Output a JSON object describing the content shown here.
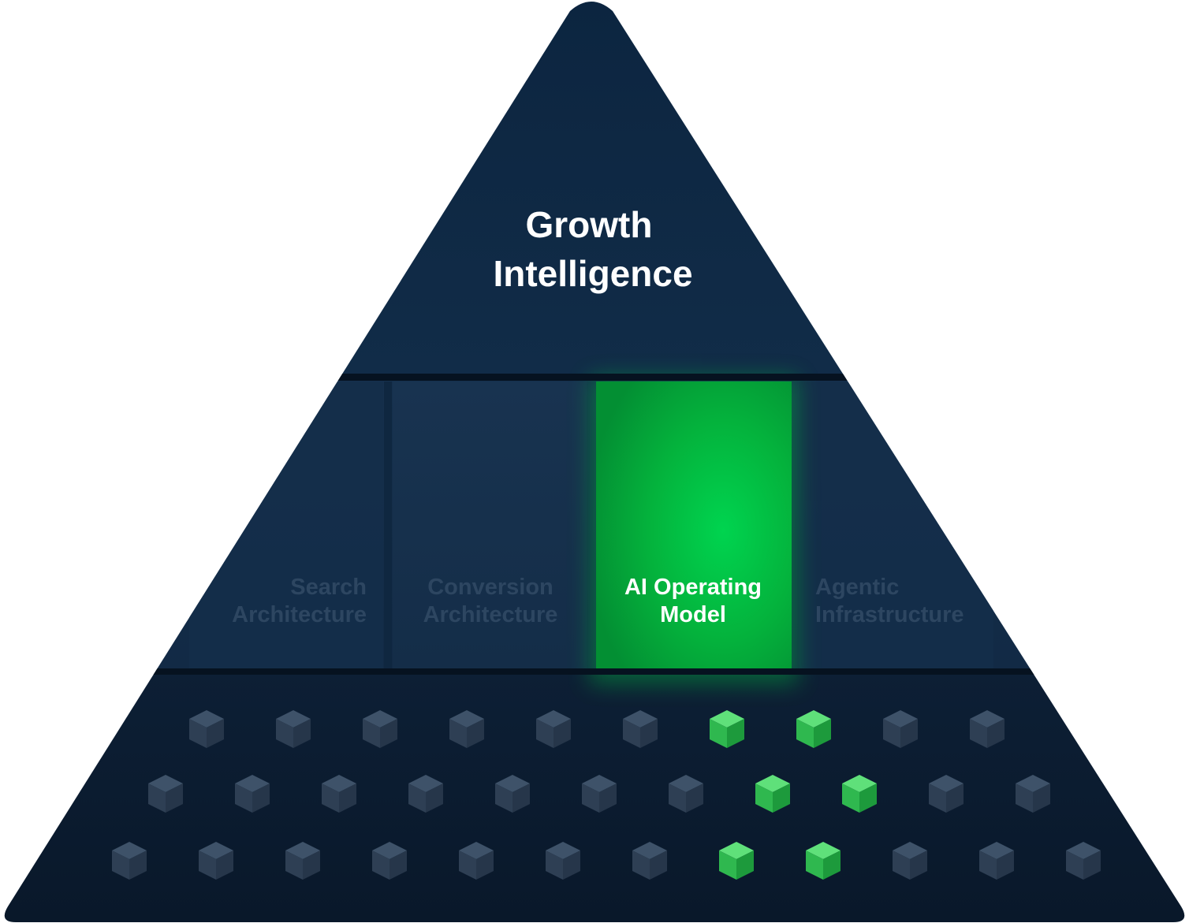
{
  "top": {
    "title_line1": "Growth",
    "title_line2": "Intelligence"
  },
  "middle": {
    "pillars": [
      {
        "line1": "Search",
        "line2": "Architecture",
        "highlighted": false
      },
      {
        "line1": "Conversion",
        "line2": "Architecture",
        "highlighted": false
      },
      {
        "line1": "AI Operating",
        "line2": "Model",
        "highlighted": true
      },
      {
        "line1": "Agentic",
        "line2": "Infrastructure",
        "highlighted": false
      }
    ]
  },
  "base": {
    "rows": [
      {
        "count": 10,
        "highlighted": [
          6,
          7
        ]
      },
      {
        "count": 11,
        "highlighted": [
          7,
          8
        ]
      },
      {
        "count": 12,
        "highlighted": [
          7,
          8
        ]
      }
    ]
  },
  "colors": {
    "top_fill": "#0f2942",
    "middle_fill": "#132e4a",
    "base_fill": "#0b1c30",
    "separator": "#061220",
    "accent_green": "#03b03c",
    "accent_glow": "#00d44f",
    "title_text": "#ffffff",
    "muted_text": "#2d4661",
    "cube_dark": "#3a4d63",
    "cube_green": "#2fb84f"
  },
  "icons": {
    "cube": "cube-icon"
  }
}
